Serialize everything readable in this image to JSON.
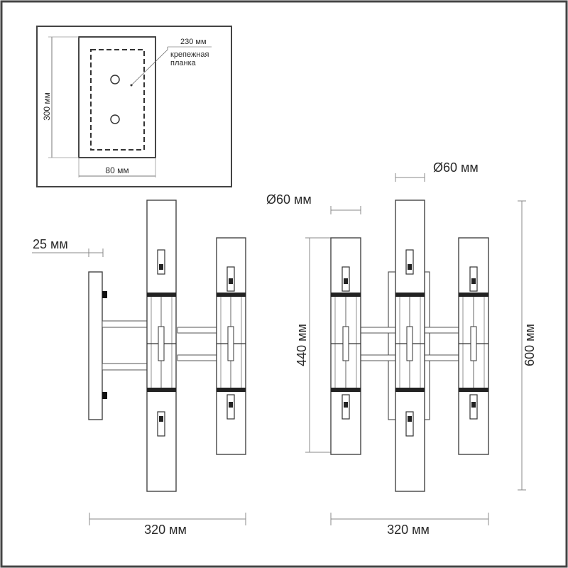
{
  "diagram": {
    "inset": {
      "width_label": "80 мм",
      "height_label": "300 мм",
      "bracket_size_label": "230 мм",
      "bracket_name_line1": "крепежная",
      "bracket_name_line2": "планка"
    },
    "side_view": {
      "depth_label": "25 мм",
      "width_label": "320 мм"
    },
    "front_view": {
      "shade_diameter_label": "Ø60 мм",
      "center_shade_diameter_label": "Ø60 мм",
      "outer_height_label": "440 мм",
      "total_height_label": "600 мм",
      "width_label": "320 мм"
    }
  }
}
